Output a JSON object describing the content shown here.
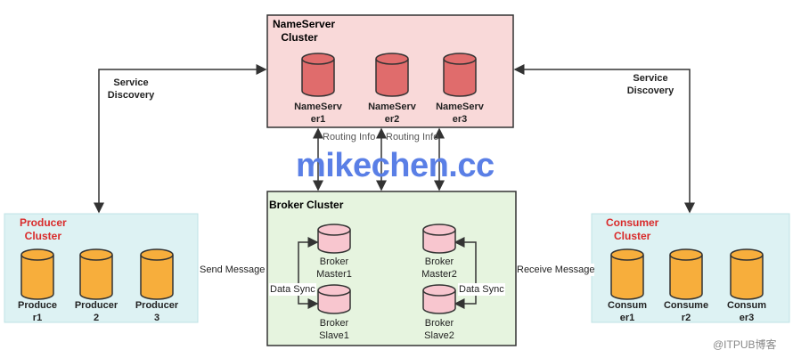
{
  "colors": {
    "nameserver_bg": "#f9d9d9",
    "broker_bg": "#e6f4df",
    "client_bg": "#ddf2f3",
    "nameserver_db": "#e06c6c",
    "broker_db": "#f8c6cf",
    "client_db": "#f7ae3c",
    "watermark": "#5a7fe6",
    "cluster_title_red": "#d92b2b"
  },
  "nameserver": {
    "title": "NameServer Cluster",
    "nodes": [
      "NameServer1",
      "NameServer2",
      "NameServer3"
    ],
    "node_lines": [
      [
        "NameServ",
        "er1"
      ],
      [
        "NameServ",
        "er2"
      ],
      [
        "NameServ",
        "er3"
      ]
    ]
  },
  "broker": {
    "title": "Broker Cluster",
    "masters": [
      [
        "Broker",
        "Master1"
      ],
      [
        "Broker",
        "Master2"
      ]
    ],
    "slaves": [
      [
        "Broker",
        "Slave1"
      ],
      [
        "Broker",
        "Slave2"
      ]
    ],
    "sync_label": "Data Sync"
  },
  "producer": {
    "title": [
      "Producer",
      "Cluster"
    ],
    "nodes": [
      [
        "Produce",
        "r1"
      ],
      [
        "Producer",
        "2"
      ],
      [
        "Producer",
        "3"
      ]
    ]
  },
  "consumer": {
    "title": [
      "Consumer",
      "Cluster"
    ],
    "nodes": [
      [
        "Consum",
        "er1"
      ],
      [
        "Consume",
        "r2"
      ],
      [
        "Consum",
        "er3"
      ]
    ]
  },
  "edges": {
    "service_discovery": [
      "Service",
      "Discovery"
    ],
    "routing_info": "Routing Info",
    "send": "Send Message",
    "receive": "Receive Message"
  },
  "watermark": "mikechen.cc",
  "footer_watermark": "@ITPUB博客"
}
